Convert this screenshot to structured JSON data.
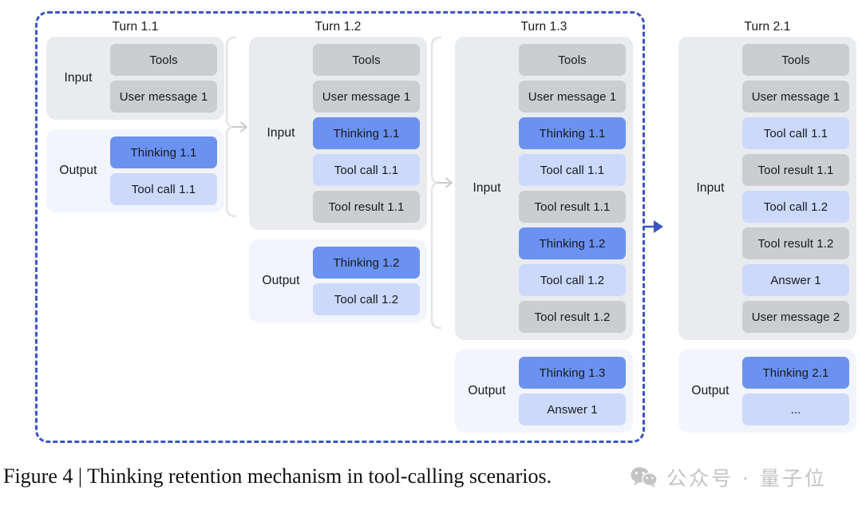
{
  "figure": {
    "caption": "Figure 4 | Thinking retention mechanism in tool-calling scenarios.",
    "group_label": "turn-1-dashed-group"
  },
  "colors": {
    "thinking": "#6b92f0",
    "tool_call": "#ccd9fa",
    "context": "#cccdd0",
    "input_panel": "#e9ebef",
    "output_panel": "#f2f5fd",
    "dashed_border": "#3b55c4",
    "brace": "#e2e3e6",
    "arrow_gray": "#c9cace"
  },
  "columns": [
    {
      "title": "Turn 1.1",
      "input": {
        "label": "Input",
        "blocks": [
          {
            "text": "Tools",
            "kind": "gray"
          },
          {
            "text": "User message 1",
            "kind": "gray"
          }
        ]
      },
      "output": {
        "label": "Output",
        "blocks": [
          {
            "text": "Thinking 1.1",
            "kind": "blue"
          },
          {
            "text": "Tool call 1.1",
            "kind": "light"
          }
        ]
      }
    },
    {
      "title": "Turn 1.2",
      "input": {
        "label": "Input",
        "blocks": [
          {
            "text": "Tools",
            "kind": "gray"
          },
          {
            "text": "User message 1",
            "kind": "gray"
          },
          {
            "text": "Thinking 1.1",
            "kind": "blue"
          },
          {
            "text": "Tool call 1.1",
            "kind": "light"
          },
          {
            "text": "Tool result 1.1",
            "kind": "gray"
          }
        ]
      },
      "output": {
        "label": "Output",
        "blocks": [
          {
            "text": "Thinking 1.2",
            "kind": "blue"
          },
          {
            "text": "Tool call 1.2",
            "kind": "light"
          }
        ]
      }
    },
    {
      "title": "Turn 1.3",
      "input": {
        "label": "Input",
        "blocks": [
          {
            "text": "Tools",
            "kind": "gray"
          },
          {
            "text": "User message 1",
            "kind": "gray"
          },
          {
            "text": "Thinking 1.1",
            "kind": "blue"
          },
          {
            "text": "Tool call 1.1",
            "kind": "light"
          },
          {
            "text": "Tool result 1.1",
            "kind": "gray"
          },
          {
            "text": "Thinking 1.2",
            "kind": "blue"
          },
          {
            "text": "Tool call 1.2",
            "kind": "light"
          },
          {
            "text": "Tool result 1.2",
            "kind": "gray"
          }
        ]
      },
      "output": {
        "label": "Output",
        "blocks": [
          {
            "text": "Thinking 1.3",
            "kind": "blue"
          },
          {
            "text": "Answer 1",
            "kind": "light"
          }
        ]
      }
    },
    {
      "title": "Turn 2.1",
      "input": {
        "label": "Input",
        "blocks": [
          {
            "text": "Tools",
            "kind": "gray"
          },
          {
            "text": "User message 1",
            "kind": "gray"
          },
          {
            "text": "Tool call 1.1",
            "kind": "light"
          },
          {
            "text": "Tool result 1.1",
            "kind": "gray"
          },
          {
            "text": "Tool call 1.2",
            "kind": "light"
          },
          {
            "text": "Tool result 1.2",
            "kind": "gray"
          },
          {
            "text": "Answer 1",
            "kind": "light"
          },
          {
            "text": "User message 2",
            "kind": "gray"
          }
        ]
      },
      "output": {
        "label": "Output",
        "blocks": [
          {
            "text": "Thinking 2.1",
            "kind": "blue"
          },
          {
            "text": "...",
            "kind": "light"
          }
        ]
      }
    }
  ],
  "watermark": {
    "text": "公众号 · 量子位",
    "icon": "wechat-icon"
  }
}
